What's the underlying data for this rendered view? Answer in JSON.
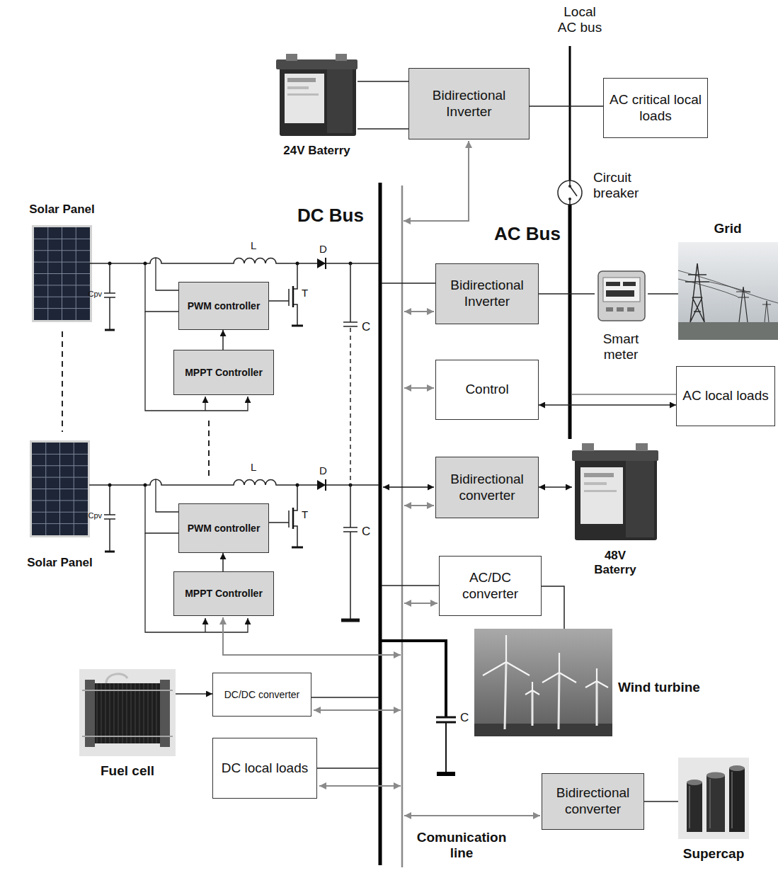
{
  "diagram": {
    "nodes": [
      {
        "text": [
          "24V Baterry"
        ]
      },
      {
        "text": [
          "Bidirectional Inverter"
        ]
      },
      {
        "text": [
          "AC critical local loads"
        ]
      },
      {
        "text": [
          "Solar Panel"
        ]
      },
      {
        "text": [
          "PWM controller"
        ]
      },
      {
        "text": [
          "MPPT Controller"
        ]
      },
      {
        "text": [
          "Bidirectional Inverter"
        ]
      },
      {
        "text": [
          "Smart meter"
        ]
      },
      {
        "text": [
          "Grid"
        ]
      },
      {
        "text": [
          "Control"
        ]
      },
      {
        "text": [
          "AC local loads"
        ]
      },
      {
        "text": [
          "Solar Panel"
        ]
      },
      {
        "text": [
          "PWM controller"
        ]
      },
      {
        "text": [
          "Bidirectional converter"
        ]
      },
      {
        "text": [
          "48V Baterry"
        ]
      },
      {
        "text": [
          "MPPT Controller"
        ]
      },
      {
        "text": [
          "AC/DC converter"
        ]
      },
      {
        "text": [
          "Wind turbine"
        ]
      },
      {
        "text": [
          "Fuel cell"
        ]
      },
      {
        "text": [
          "DC/DC converter"
        ]
      },
      {
        "text": [
          "DC local loads"
        ]
      },
      {
        "text": [
          "Bidirectional converter"
        ]
      },
      {
        "text": [
          "Supercap"
        ]
      }
    ],
    "edges": [
      {
        "from": 0,
        "to": 1,
        "arrow": "none"
      },
      {
        "from": 0,
        "to": 1,
        "arrow": "none"
      },
      {
        "from": 1,
        "to": 2,
        "arrow": "none"
      },
      {
        "from": 5,
        "to": 4,
        "arrow": "to"
      },
      {
        "from": 6,
        "to": 7,
        "arrow": "none"
      },
      {
        "from": 7,
        "to": 8,
        "arrow": "none"
      },
      {
        "from": 9,
        "to": 10,
        "arrow": "both"
      },
      {
        "from": 15,
        "to": 12,
        "arrow": "to"
      },
      {
        "from": 13,
        "to": 14,
        "arrow": "both"
      },
      {
        "from": 16,
        "to": 17,
        "arrow": "none"
      },
      {
        "from": 18,
        "to": 19,
        "arrow": "to"
      },
      {
        "from": 21,
        "to": 22,
        "arrow": "none"
      }
    ],
    "labels": [
      "Local AC bus",
      "Circuit breaker",
      "DC Bus",
      "AC Bus",
      "Cpv",
      "L",
      "D",
      "T",
      "C",
      "Cpv",
      "L",
      "D",
      "T",
      "C",
      "C",
      "Comunication line"
    ]
  }
}
